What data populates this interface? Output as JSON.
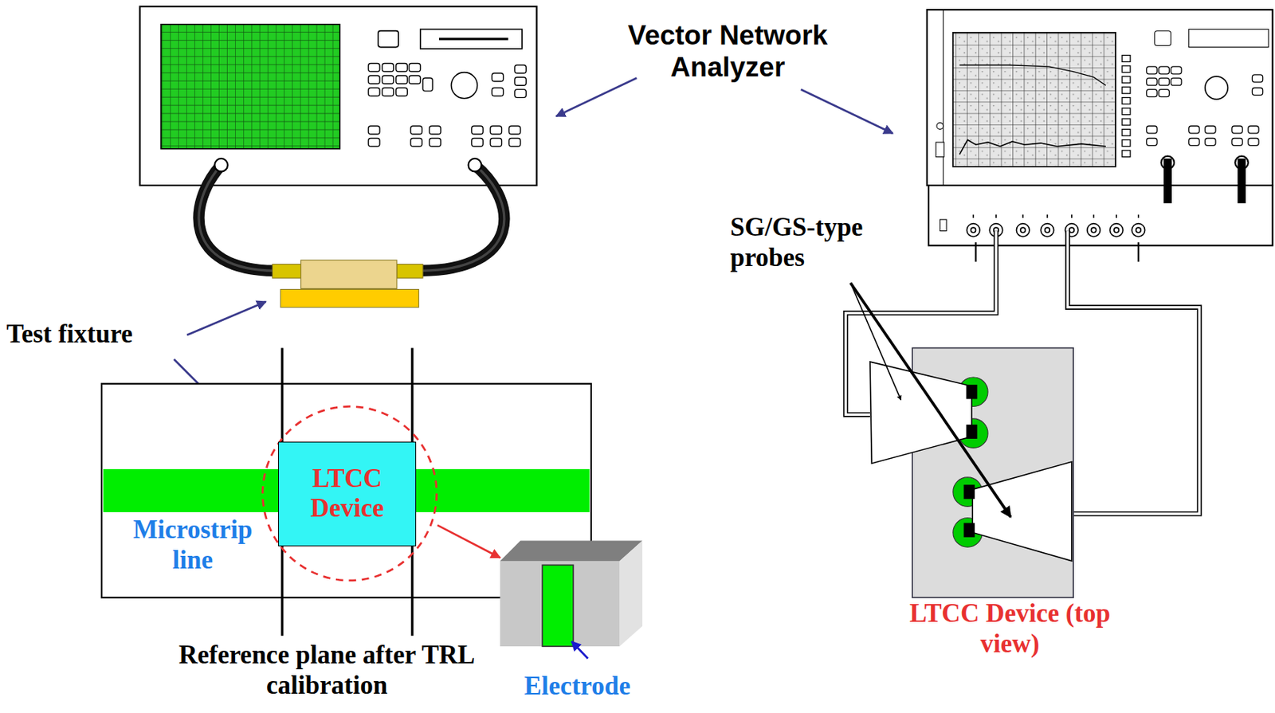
{
  "diagram": {
    "nodes": [
      {
        "text": [
          "LTCC Device"
        ]
      }
    ],
    "labels": [
      "Vector Network Analyzer",
      "Test fixture",
      "Microstrip line",
      "Reference plane after TRL calibration",
      "Electrode",
      "SG/GS-type probes",
      "LTCC Device (top view)"
    ]
  }
}
